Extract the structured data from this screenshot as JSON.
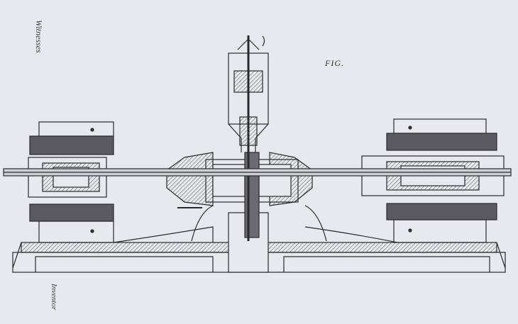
{
  "drawing": {
    "fig_label": "FIG.",
    "background_color": "#e8e9ee",
    "ink_color": "#2a2a2e",
    "signatures": [
      "Witnesses",
      "Inventor"
    ]
  }
}
